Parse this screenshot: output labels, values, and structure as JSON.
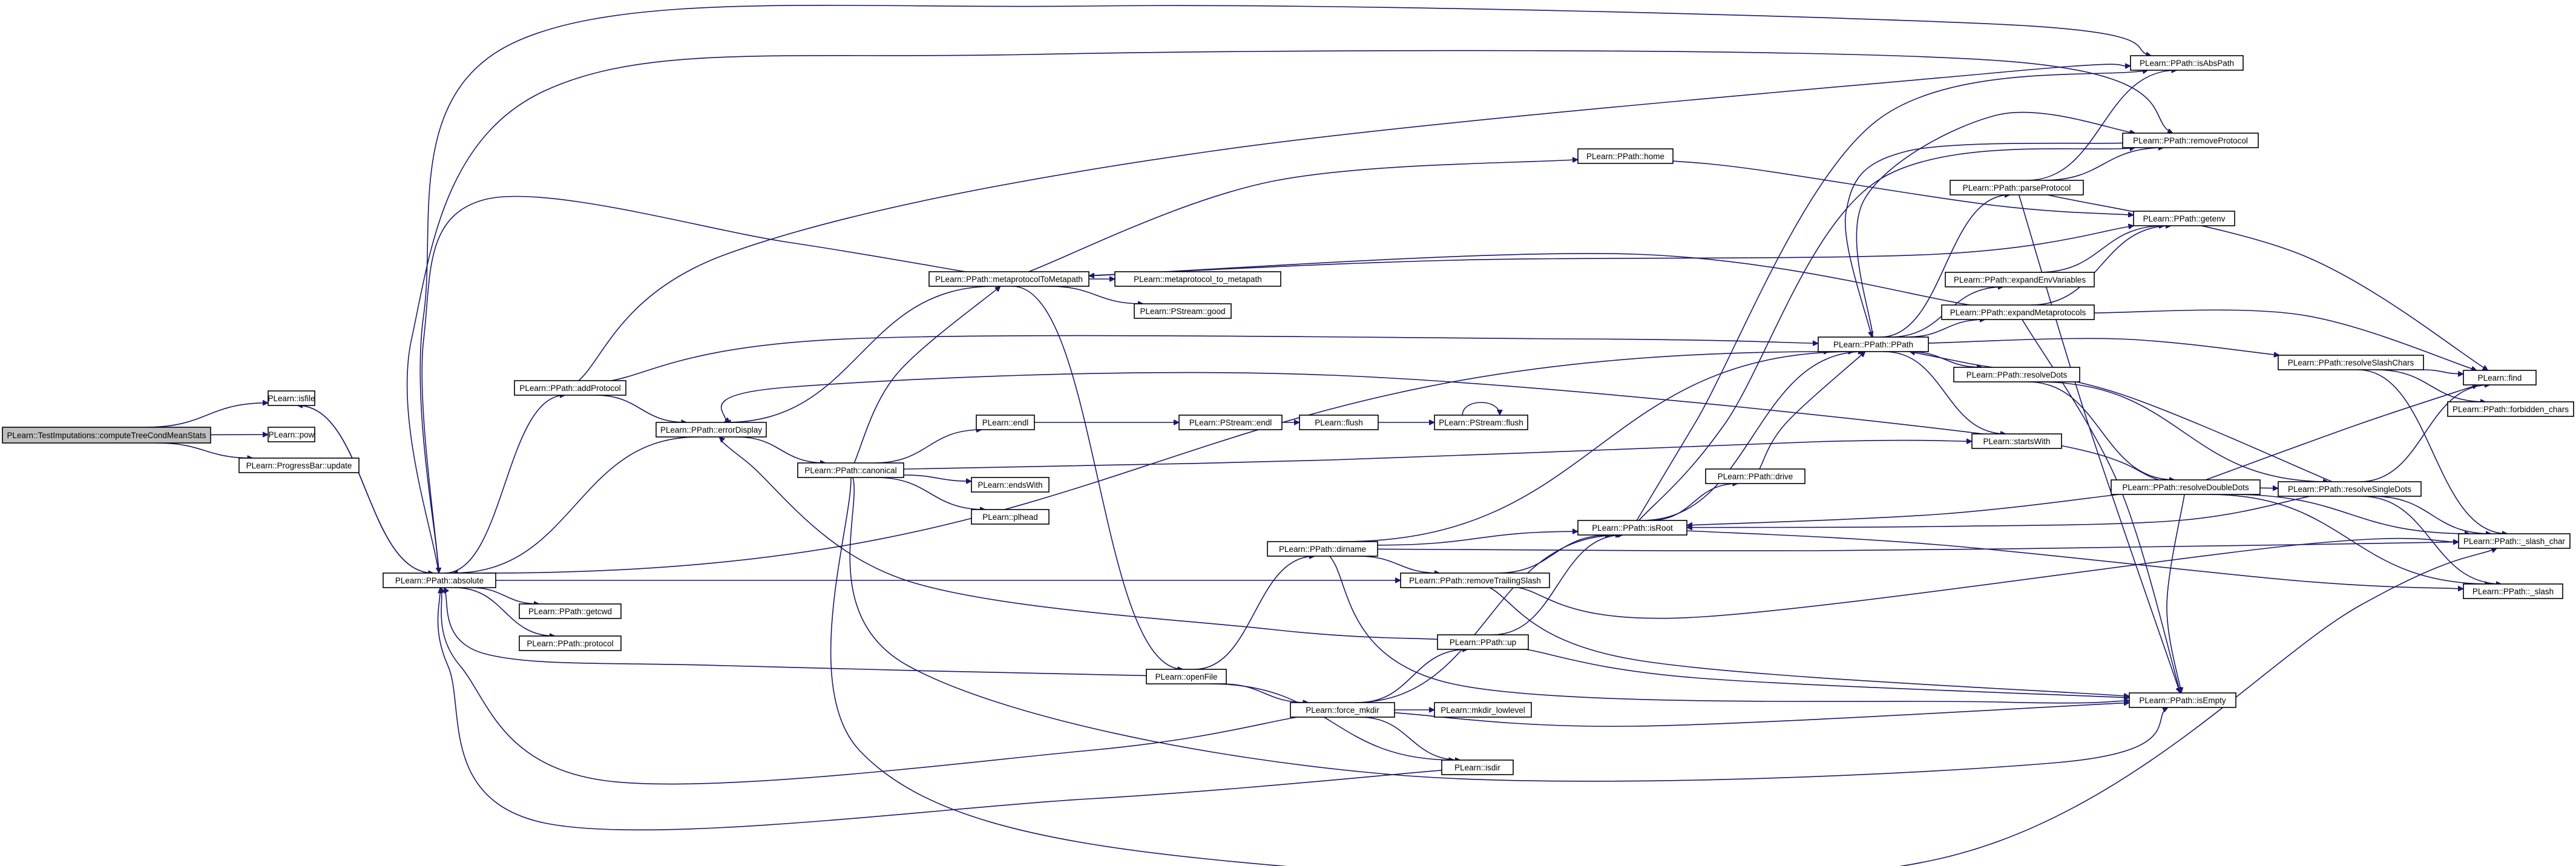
{
  "graph": {
    "type": "call-graph",
    "edge_color": "#191970",
    "root_fill": "#bfbfbf",
    "nodes": [
      {
        "id": "root",
        "label": "PLearn::TestImputations::computeTreeCondMeanStats",
        "root": true
      },
      {
        "id": "isfile",
        "label": "PLearn::isfile"
      },
      {
        "id": "pow",
        "label": "PLearn::pow"
      },
      {
        "id": "progress_update",
        "label": "PLearn::ProgressBar::update"
      },
      {
        "id": "absolute",
        "label": "PLearn::PPath::absolute"
      },
      {
        "id": "addProtocol",
        "label": "PLearn::PPath::addProtocol"
      },
      {
        "id": "errorDisplay",
        "label": "PLearn::PPath::errorDisplay"
      },
      {
        "id": "getcwd",
        "label": "PLearn::PPath::getcwd"
      },
      {
        "id": "protocol",
        "label": "PLearn::PPath::protocol"
      },
      {
        "id": "metaprotocolToMetapath",
        "label": "PLearn::PPath::metaprotocolToMetapath"
      },
      {
        "id": "canonical",
        "label": "PLearn::PPath::canonical"
      },
      {
        "id": "endl",
        "label": "PLearn::endl"
      },
      {
        "id": "endsWith",
        "label": "PLearn::endsWith"
      },
      {
        "id": "plhead",
        "label": "PLearn::plhead"
      },
      {
        "id": "metaprotocol_to_metapath",
        "label": "PLearn::metaprotocol_to_metapath"
      },
      {
        "id": "pstream_good",
        "label": "PLearn::PStream::good"
      },
      {
        "id": "pstream_endl",
        "label": "PLearn::PStream::endl"
      },
      {
        "id": "flush",
        "label": "PLearn::flush"
      },
      {
        "id": "pstream_flush",
        "label": "PLearn::PStream::flush"
      },
      {
        "id": "home",
        "label": "PLearn::PPath::home"
      },
      {
        "id": "openFile",
        "label": "PLearn::openFile"
      },
      {
        "id": "dirname",
        "label": "PLearn::PPath::dirname"
      },
      {
        "id": "removeTrailingSlash",
        "label": "PLearn::PPath::removeTrailingSlash"
      },
      {
        "id": "up",
        "label": "PLearn::PPath::up"
      },
      {
        "id": "force_mkdir",
        "label": "PLearn::force_mkdir"
      },
      {
        "id": "mkdir_lowlevel",
        "label": "PLearn::mkdir_lowlevel"
      },
      {
        "id": "isdir",
        "label": "PLearn::isdir"
      },
      {
        "id": "isRoot",
        "label": "PLearn::PPath::isRoot"
      },
      {
        "id": "drive",
        "label": "PLearn::PPath::drive"
      },
      {
        "id": "ppath",
        "label": "PLearn::PPath::PPath"
      },
      {
        "id": "parseProtocol",
        "label": "PLearn::PPath::parseProtocol"
      },
      {
        "id": "expandEnvVariables",
        "label": "PLearn::PPath::expandEnvVariables"
      },
      {
        "id": "expandMetaprotocols",
        "label": "PLearn::PPath::expandMetaprotocols"
      },
      {
        "id": "resolveDots",
        "label": "PLearn::PPath::resolveDots"
      },
      {
        "id": "startsWith",
        "label": "PLearn::startsWith"
      },
      {
        "id": "resolveDoubleDots",
        "label": "PLearn::PPath::resolveDoubleDots"
      },
      {
        "id": "resolveSingleDots",
        "label": "PLearn::PPath::resolveSingleDots"
      },
      {
        "id": "resolveSlashChars",
        "label": "PLearn::PPath::resolveSlashChars"
      },
      {
        "id": "forbidden_chars",
        "label": "PLearn::PPath::forbidden_chars"
      },
      {
        "id": "isAbsPath",
        "label": "PLearn::PPath::isAbsPath"
      },
      {
        "id": "removeProtocol",
        "label": "PLearn::PPath::removeProtocol"
      },
      {
        "id": "getenv",
        "label": "PLearn::PPath::getenv"
      },
      {
        "id": "find",
        "label": "PLearn::find"
      },
      {
        "id": "slash_char",
        "label": "PLearn::PPath::_slash_char"
      },
      {
        "id": "slash",
        "label": "PLearn::PPath::_slash"
      },
      {
        "id": "isEmpty",
        "label": "PLearn::PPath::isEmpty"
      }
    ],
    "edges": [
      [
        "root",
        "isfile"
      ],
      [
        "root",
        "pow"
      ],
      [
        "root",
        "progress_update"
      ],
      [
        "isfile",
        "absolute"
      ],
      [
        "absolute",
        "addProtocol"
      ],
      [
        "absolute",
        "getcwd"
      ],
      [
        "absolute",
        "protocol"
      ],
      [
        "absolute",
        "isAbsPath"
      ],
      [
        "absolute",
        "removeProtocol"
      ],
      [
        "absolute",
        "ppath"
      ],
      [
        "absolute",
        "isfile"
      ],
      [
        "absolute",
        "removeTrailingSlash"
      ],
      [
        "addProtocol",
        "errorDisplay"
      ],
      [
        "addProtocol",
        "ppath"
      ],
      [
        "addProtocol",
        "isAbsPath"
      ],
      [
        "errorDisplay",
        "absolute"
      ],
      [
        "errorDisplay",
        "canonical"
      ],
      [
        "canonical",
        "endl"
      ],
      [
        "canonical",
        "endsWith"
      ],
      [
        "canonical",
        "plhead"
      ],
      [
        "canonical",
        "metaprotocolToMetapath"
      ],
      [
        "canonical",
        "startsWith"
      ],
      [
        "canonical",
        "isEmpty"
      ],
      [
        "canonical",
        "slash_char"
      ],
      [
        "endl",
        "pstream_endl"
      ],
      [
        "pstream_endl",
        "flush"
      ],
      [
        "flush",
        "pstream_flush"
      ],
      [
        "pstream_flush",
        "pstream_flush"
      ],
      [
        "metaprotocolToMetapath",
        "metaprotocol_to_metapath"
      ],
      [
        "metaprotocolToMetapath",
        "pstream_good"
      ],
      [
        "metaprotocolToMetapath",
        "home"
      ],
      [
        "metaprotocolToMetapath",
        "getenv"
      ],
      [
        "metaprotocolToMetapath",
        "openFile"
      ],
      [
        "metaprotocolToMetapath",
        "errorDisplay"
      ],
      [
        "metaprotocolToMetapath",
        "absolute"
      ],
      [
        "home",
        "getenv"
      ],
      [
        "openFile",
        "dirname"
      ],
      [
        "openFile",
        "force_mkdir"
      ],
      [
        "openFile",
        "isdir"
      ],
      [
        "openFile",
        "absolute"
      ],
      [
        "dirname",
        "ppath"
      ],
      [
        "dirname",
        "isRoot"
      ],
      [
        "dirname",
        "removeTrailingSlash"
      ],
      [
        "dirname",
        "isEmpty"
      ],
      [
        "dirname",
        "slash_char"
      ],
      [
        "removeTrailingSlash",
        "isRoot"
      ],
      [
        "removeTrailingSlash",
        "isEmpty"
      ],
      [
        "removeTrailingSlash",
        "slash_char"
      ],
      [
        "up",
        "isRoot"
      ],
      [
        "up",
        "isEmpty"
      ],
      [
        "up",
        "errorDisplay"
      ],
      [
        "force_mkdir",
        "up"
      ],
      [
        "force_mkdir",
        "mkdir_lowlevel"
      ],
      [
        "force_mkdir",
        "isdir"
      ],
      [
        "force_mkdir",
        "isRoot"
      ],
      [
        "force_mkdir",
        "isEmpty"
      ],
      [
        "force_mkdir",
        "absolute"
      ],
      [
        "isdir",
        "absolute"
      ],
      [
        "isRoot",
        "drive"
      ],
      [
        "isRoot",
        "isAbsPath"
      ],
      [
        "isRoot",
        "removeProtocol"
      ],
      [
        "isRoot",
        "ppath"
      ],
      [
        "isRoot",
        "slash"
      ],
      [
        "drive",
        "ppath"
      ],
      [
        "ppath",
        "parseProtocol"
      ],
      [
        "ppath",
        "expandEnvVariables"
      ],
      [
        "ppath",
        "expandMetaprotocols"
      ],
      [
        "ppath",
        "resolveDots"
      ],
      [
        "ppath",
        "startsWith"
      ],
      [
        "ppath",
        "resolveSlashChars"
      ],
      [
        "ppath",
        "removeProtocol"
      ],
      [
        "parseProtocol",
        "isAbsPath"
      ],
      [
        "parseProtocol",
        "removeProtocol"
      ],
      [
        "parseProtocol",
        "find"
      ],
      [
        "parseProtocol",
        "isEmpty"
      ],
      [
        "expandEnvVariables",
        "getenv"
      ],
      [
        "expandMetaprotocols",
        "getenv"
      ],
      [
        "expandMetaprotocols",
        "metaprotocolToMetapath"
      ],
      [
        "expandMetaprotocols",
        "find"
      ],
      [
        "expandMetaprotocols",
        "isEmpty"
      ],
      [
        "resolveDots",
        "resolveDoubleDots"
      ],
      [
        "resolveDots",
        "resolveSingleDots"
      ],
      [
        "resolveDoubleDots",
        "find"
      ],
      [
        "resolveDoubleDots",
        "slash_char"
      ],
      [
        "resolveDoubleDots",
        "slash"
      ],
      [
        "resolveDoubleDots",
        "isEmpty"
      ],
      [
        "resolveDoubleDots",
        "errorDisplay"
      ],
      [
        "resolveDoubleDots",
        "resolveSingleDots"
      ],
      [
        "resolveDoubleDots",
        "isRoot"
      ],
      [
        "resolveSingleDots",
        "find"
      ],
      [
        "resolveSingleDots",
        "slash_char"
      ],
      [
        "resolveSingleDots",
        "slash"
      ],
      [
        "resolveSingleDots",
        "isRoot"
      ],
      [
        "resolveSingleDots",
        "ppath"
      ],
      [
        "resolveSlashChars",
        "forbidden_chars"
      ],
      [
        "resolveSlashChars",
        "find"
      ],
      [
        "resolveSlashChars",
        "slash_char"
      ],
      [
        "removeProtocol",
        "ppath"
      ]
    ]
  }
}
